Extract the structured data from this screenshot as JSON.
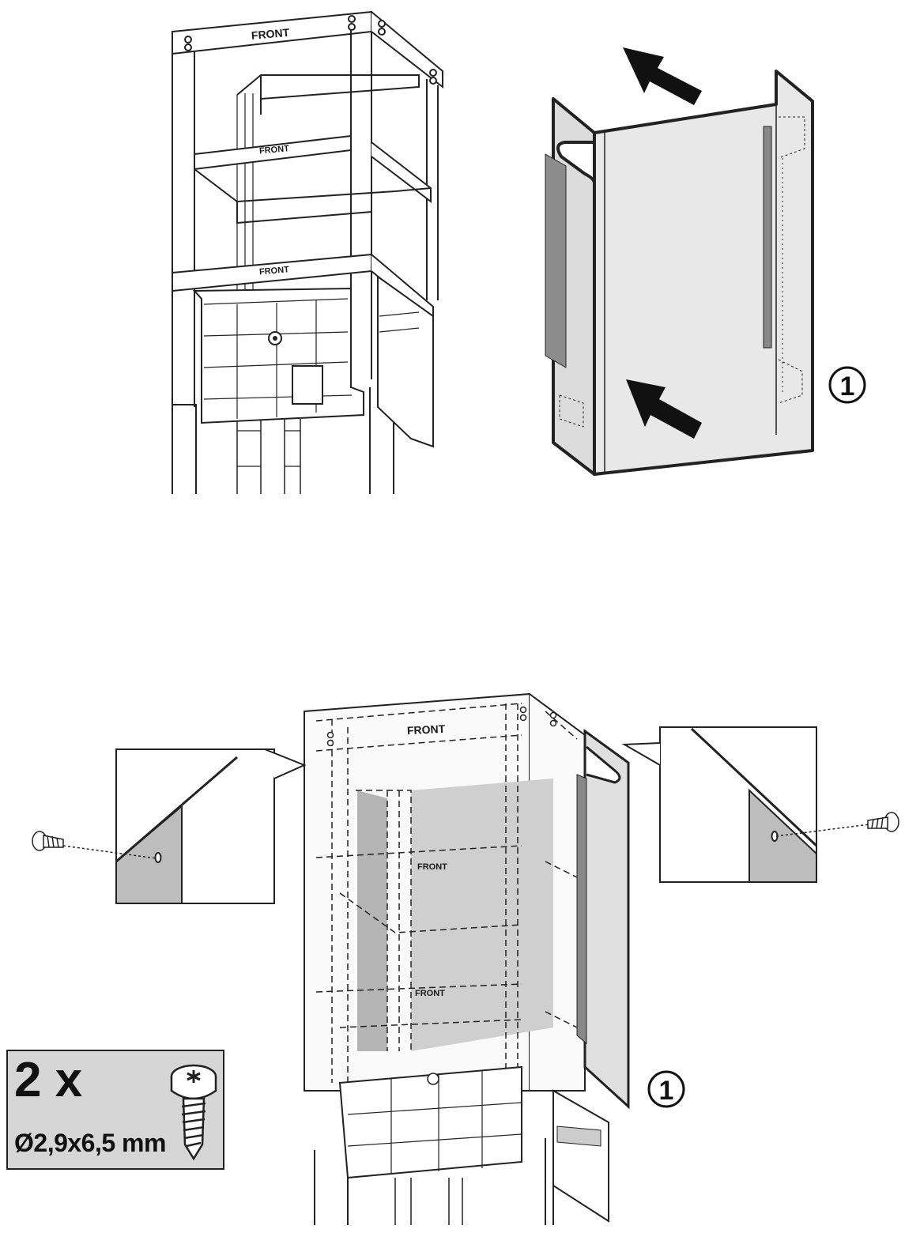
{
  "figure": {
    "frame_labels": {
      "top_frame": "FRONT",
      "middle_frame": "FRONT",
      "lower_frame": "FRONT"
    },
    "assembled_labels": {
      "top_frame": "FRONT",
      "middle_frame": "FRONT",
      "lower_frame": "FRONT"
    },
    "step_top": "1",
    "step_bottom": "1",
    "screws": {
      "quantity": "2 x",
      "size": "Ø2,9x6,5 mm"
    }
  },
  "colors": {
    "outline": "#222222",
    "panel_fill": "#e6e6e6",
    "panel_shade": "#bdbdbd",
    "dark_strip": "#888888"
  },
  "icons": [
    "arrow-icon",
    "screw-icon",
    "step-number-icon"
  ]
}
